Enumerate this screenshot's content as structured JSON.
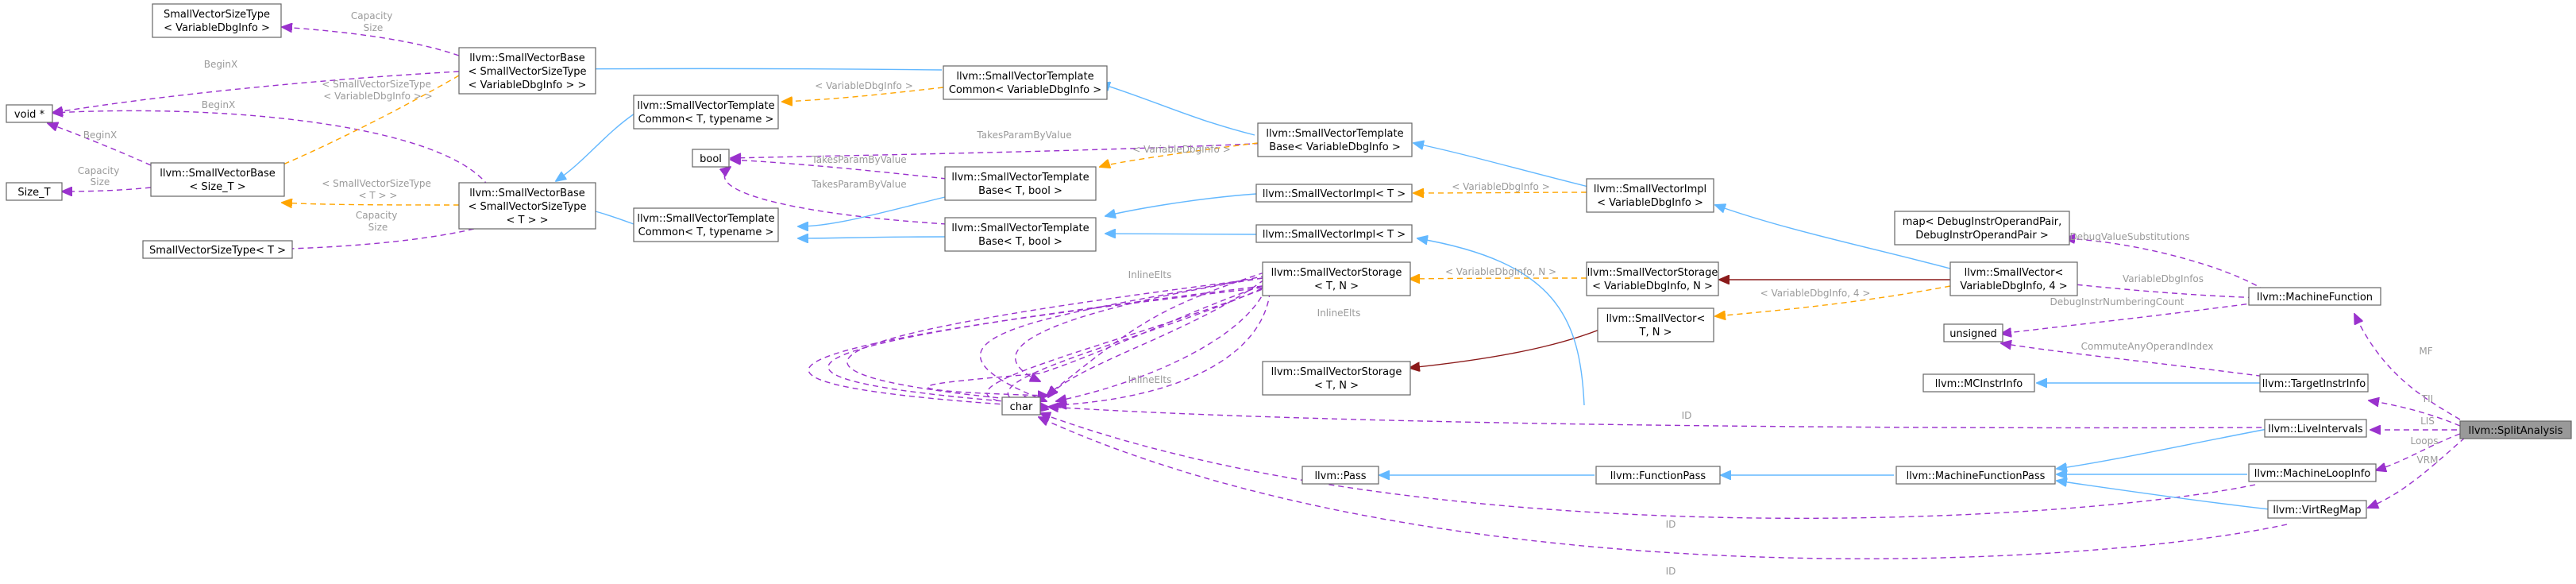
{
  "colors": {
    "inheritance": "#63b8ff",
    "usage": "#9a32cd",
    "template": "#ffa500",
    "instantiation": "#8b1a1a",
    "focus_fill": "#999999",
    "node_border": "#666666",
    "label_text": "#9a9a9a"
  },
  "nodes": [
    {
      "id": "svsize_vdi",
      "lines": [
        "SmallVectorSizeType",
        "< VariableDbgInfo >"
      ]
    },
    {
      "id": "void_ptr",
      "lines": [
        "void *"
      ]
    },
    {
      "id": "size_t",
      "lines": [
        "Size_T"
      ]
    },
    {
      "id": "svsize_t",
      "lines": [
        "SmallVectorSizeType< T >"
      ]
    },
    {
      "id": "svbase_size_t",
      "lines": [
        "llvm::SmallVectorBase",
        "< Size_T >"
      ]
    },
    {
      "id": "svbase_vdi",
      "lines": [
        "llvm::SmallVectorBase",
        "< SmallVectorSizeType",
        "< VariableDbgInfo > >"
      ]
    },
    {
      "id": "svbase_t",
      "lines": [
        "llvm::SmallVectorBase",
        "< SmallVectorSizeType",
        "< T > >"
      ]
    },
    {
      "id": "svtc_t_top",
      "lines": [
        "llvm::SmallVectorTemplate",
        "Common< T, typename >"
      ]
    },
    {
      "id": "svtc_t_bottom",
      "lines": [
        "llvm::SmallVectorTemplate",
        "Common< T, typename >"
      ]
    },
    {
      "id": "bool",
      "lines": [
        "bool"
      ]
    },
    {
      "id": "svtc_vdi",
      "lines": [
        "llvm::SmallVectorTemplate",
        "Common< VariableDbgInfo >"
      ]
    },
    {
      "id": "svtb_t_bool_top",
      "lines": [
        "llvm::SmallVectorTemplate",
        "Base< T, bool >"
      ]
    },
    {
      "id": "svtb_t_bool_bottom",
      "lines": [
        "llvm::SmallVectorTemplate",
        "Base< T, bool >"
      ]
    },
    {
      "id": "svtb_vdi",
      "lines": [
        "llvm::SmallVectorTemplate",
        "Base< VariableDbgInfo >"
      ]
    },
    {
      "id": "svimpl_t_top",
      "lines": [
        "llvm::SmallVectorImpl< T >"
      ]
    },
    {
      "id": "svimpl_t_bottom",
      "lines": [
        "llvm::SmallVectorImpl< T >"
      ]
    },
    {
      "id": "svimpl_vdi",
      "lines": [
        "llvm::SmallVectorImpl",
        "< VariableDbgInfo >"
      ]
    },
    {
      "id": "svstorage_t_n_top",
      "lines": [
        "llvm::SmallVectorStorage",
        "< T, N >"
      ]
    },
    {
      "id": "svstorage_t_n_bottom",
      "lines": [
        "llvm::SmallVectorStorage",
        "< T, N >"
      ]
    },
    {
      "id": "svstorage_vdi_n",
      "lines": [
        "llvm::SmallVectorStorage",
        "< VariableDbgInfo, N >"
      ]
    },
    {
      "id": "char",
      "lines": [
        "char"
      ]
    },
    {
      "id": "smallvector_t_n",
      "lines": [
        "llvm::SmallVector<",
        "T, N >"
      ]
    },
    {
      "id": "smallvector_vdi_4",
      "lines": [
        "llvm::SmallVector<",
        "VariableDbgInfo, 4 >"
      ]
    },
    {
      "id": "map_dbg",
      "lines": [
        "map< DebugInstrOperandPair,",
        "DebugInstrOperandPair >"
      ]
    },
    {
      "id": "unsigned",
      "lines": [
        "unsigned"
      ]
    },
    {
      "id": "mcinstrinfo",
      "lines": [
        "llvm::MCInstrInfo"
      ]
    },
    {
      "id": "pass",
      "lines": [
        "llvm::Pass"
      ]
    },
    {
      "id": "functionpass",
      "lines": [
        "llvm::FunctionPass"
      ]
    },
    {
      "id": "machinefunctionpass",
      "lines": [
        "llvm::MachineFunctionPass"
      ]
    },
    {
      "id": "machinefunction",
      "lines": [
        "llvm::MachineFunction"
      ]
    },
    {
      "id": "targetinstrinfo",
      "lines": [
        "llvm::TargetInstrInfo"
      ]
    },
    {
      "id": "liveintervals",
      "lines": [
        "llvm::LiveIntervals"
      ]
    },
    {
      "id": "machineloopinfo",
      "lines": [
        "llvm::MachineLoopInfo"
      ]
    },
    {
      "id": "virtregmap",
      "lines": [
        "llvm::VirtRegMap"
      ]
    },
    {
      "id": "splitanalysis",
      "lines": [
        "llvm::SplitAnalysis"
      ]
    }
  ],
  "edge_labels": [
    {
      "id": "lbl_capacity_size_1",
      "lines": [
        "Capacity",
        "Size"
      ]
    },
    {
      "id": "lbl_beginx_1",
      "lines": [
        "BeginX"
      ]
    },
    {
      "id": "lbl_beginx_2",
      "lines": [
        "BeginX"
      ]
    },
    {
      "id": "lbl_beginx_3",
      "lines": [
        "BeginX"
      ]
    },
    {
      "id": "lbl_capacity_size_2",
      "lines": [
        "Capacity",
        "Size"
      ]
    },
    {
      "id": "lbl_capacity_size_3",
      "lines": [
        "Capacity",
        "Size"
      ]
    },
    {
      "id": "lbl_svst_vdi",
      "lines": [
        "< SmallVectorSizeType",
        "< VariableDbgInfo > >"
      ]
    },
    {
      "id": "lbl_svst_t",
      "lines": [
        "< SmallVectorSizeType",
        "< T > >"
      ]
    },
    {
      "id": "lbl_vdi_1",
      "lines": [
        "< VariableDbgInfo >"
      ]
    },
    {
      "id": "lbl_vdi_2",
      "lines": [
        "< VariableDbgInfo >"
      ]
    },
    {
      "id": "lbl_vdi_3",
      "lines": [
        "< VariableDbgInfo >"
      ]
    },
    {
      "id": "lbl_takesparam_1",
      "lines": [
        "TakesParamByValue"
      ]
    },
    {
      "id": "lbl_takesparam_2",
      "lines": [
        "TakesParamByValue"
      ]
    },
    {
      "id": "lbl_takesparam_3",
      "lines": [
        "TakesParamByValue"
      ]
    },
    {
      "id": "lbl_vdi_n",
      "lines": [
        "< VariableDbgInfo, N >"
      ]
    },
    {
      "id": "lbl_vdi_4",
      "lines": [
        "< VariableDbgInfo, 4 >"
      ]
    },
    {
      "id": "lbl_inlineelts_1",
      "lines": [
        "InlineElts"
      ]
    },
    {
      "id": "lbl_inlineelts_2",
      "lines": [
        "InlineElts"
      ]
    },
    {
      "id": "lbl_inlineelts_3",
      "lines": [
        "InlineElts"
      ]
    },
    {
      "id": "lbl_debugvaluesubst",
      "lines": [
        "DebugValueSubstitutions"
      ]
    },
    {
      "id": "lbl_variabledbginfos",
      "lines": [
        "VariableDbgInfos"
      ]
    },
    {
      "id": "lbl_debuginstrnumbering",
      "lines": [
        "DebugInstrNumberingCount"
      ]
    },
    {
      "id": "lbl_commuteany",
      "lines": [
        "CommuteAnyOperandIndex"
      ]
    },
    {
      "id": "lbl_mf",
      "lines": [
        "MF"
      ]
    },
    {
      "id": "lbl_tii",
      "lines": [
        "TII"
      ]
    },
    {
      "id": "lbl_lis",
      "lines": [
        "LIS"
      ]
    },
    {
      "id": "lbl_loops",
      "lines": [
        "Loops"
      ]
    },
    {
      "id": "lbl_vrm",
      "lines": [
        "VRM"
      ]
    },
    {
      "id": "lbl_id_1",
      "lines": [
        "ID"
      ]
    },
    {
      "id": "lbl_id_2",
      "lines": [
        "ID"
      ]
    },
    {
      "id": "lbl_id_3",
      "lines": [
        "ID"
      ]
    }
  ]
}
